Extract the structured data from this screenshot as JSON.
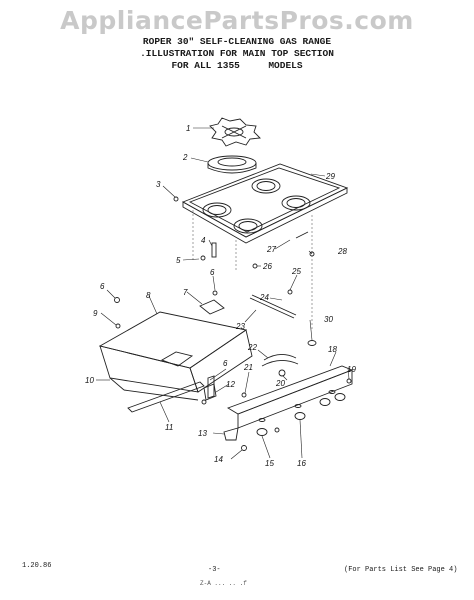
{
  "watermark": "AppliancePartsPros.com",
  "title": {
    "line1": "ROPER 30\" SELF-CLEANING GAS RANGE",
    "line2": ".ILLUSTRATION FOR MAIN TOP SECTION",
    "line3": "FOR ALL 1355     MODELS"
  },
  "callouts": {
    "c1": "1",
    "c2": "2",
    "c3": "3",
    "c4": "4",
    "c5": "5",
    "c6a": "6",
    "c6b": "6",
    "c6c": "6",
    "c7": "7",
    "c8": "8",
    "c9": "9",
    "c10": "10",
    "c11": "11",
    "c12": "12",
    "c13": "13",
    "c14": "14",
    "c15": "15",
    "c16": "16",
    "c18": "18",
    "c19": "19",
    "c20": "20",
    "c21": "21",
    "c22": "22",
    "c23": "23",
    "c24": "24",
    "c25": "25",
    "c26": "26",
    "c27": "27",
    "c28": "28",
    "c29": "29",
    "c30": "30"
  },
  "footer": {
    "date": "1.20.86",
    "page": "-3-",
    "reference": "(For Parts List See Page 4)",
    "scribble": "Z-A ...  .. .f"
  }
}
